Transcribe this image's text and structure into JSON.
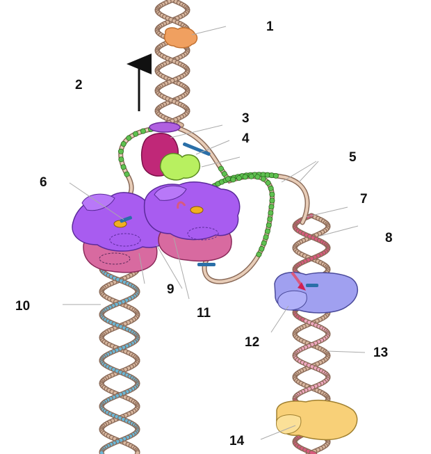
{
  "labels": [
    "1",
    "2",
    "3",
    "4",
    "5",
    "6",
    "7",
    "8",
    "9",
    "10",
    "11",
    "12",
    "13",
    "14"
  ],
  "colors": {
    "parental_strand": "#d9b8a0",
    "strand_outline": "#8a6a58",
    "new_leading_strand": "#6ab8d8",
    "new_lagging_strand": "#d85a7e",
    "lagging_light": "#f0a8c0",
    "primer": "#2a6fa8",
    "polymerase": "#a85cf0",
    "polymerase_lower": "#d86aa0",
    "helicase": "#b060e0",
    "topoisomerase": "#f0a060",
    "primase": "#c02878",
    "clamp_loader": "#b8f060",
    "ssb": "#60c050",
    "okazaki_polymerase": "#a0a0f0",
    "ligase": "#f8d078",
    "arrow": "#111111"
  }
}
